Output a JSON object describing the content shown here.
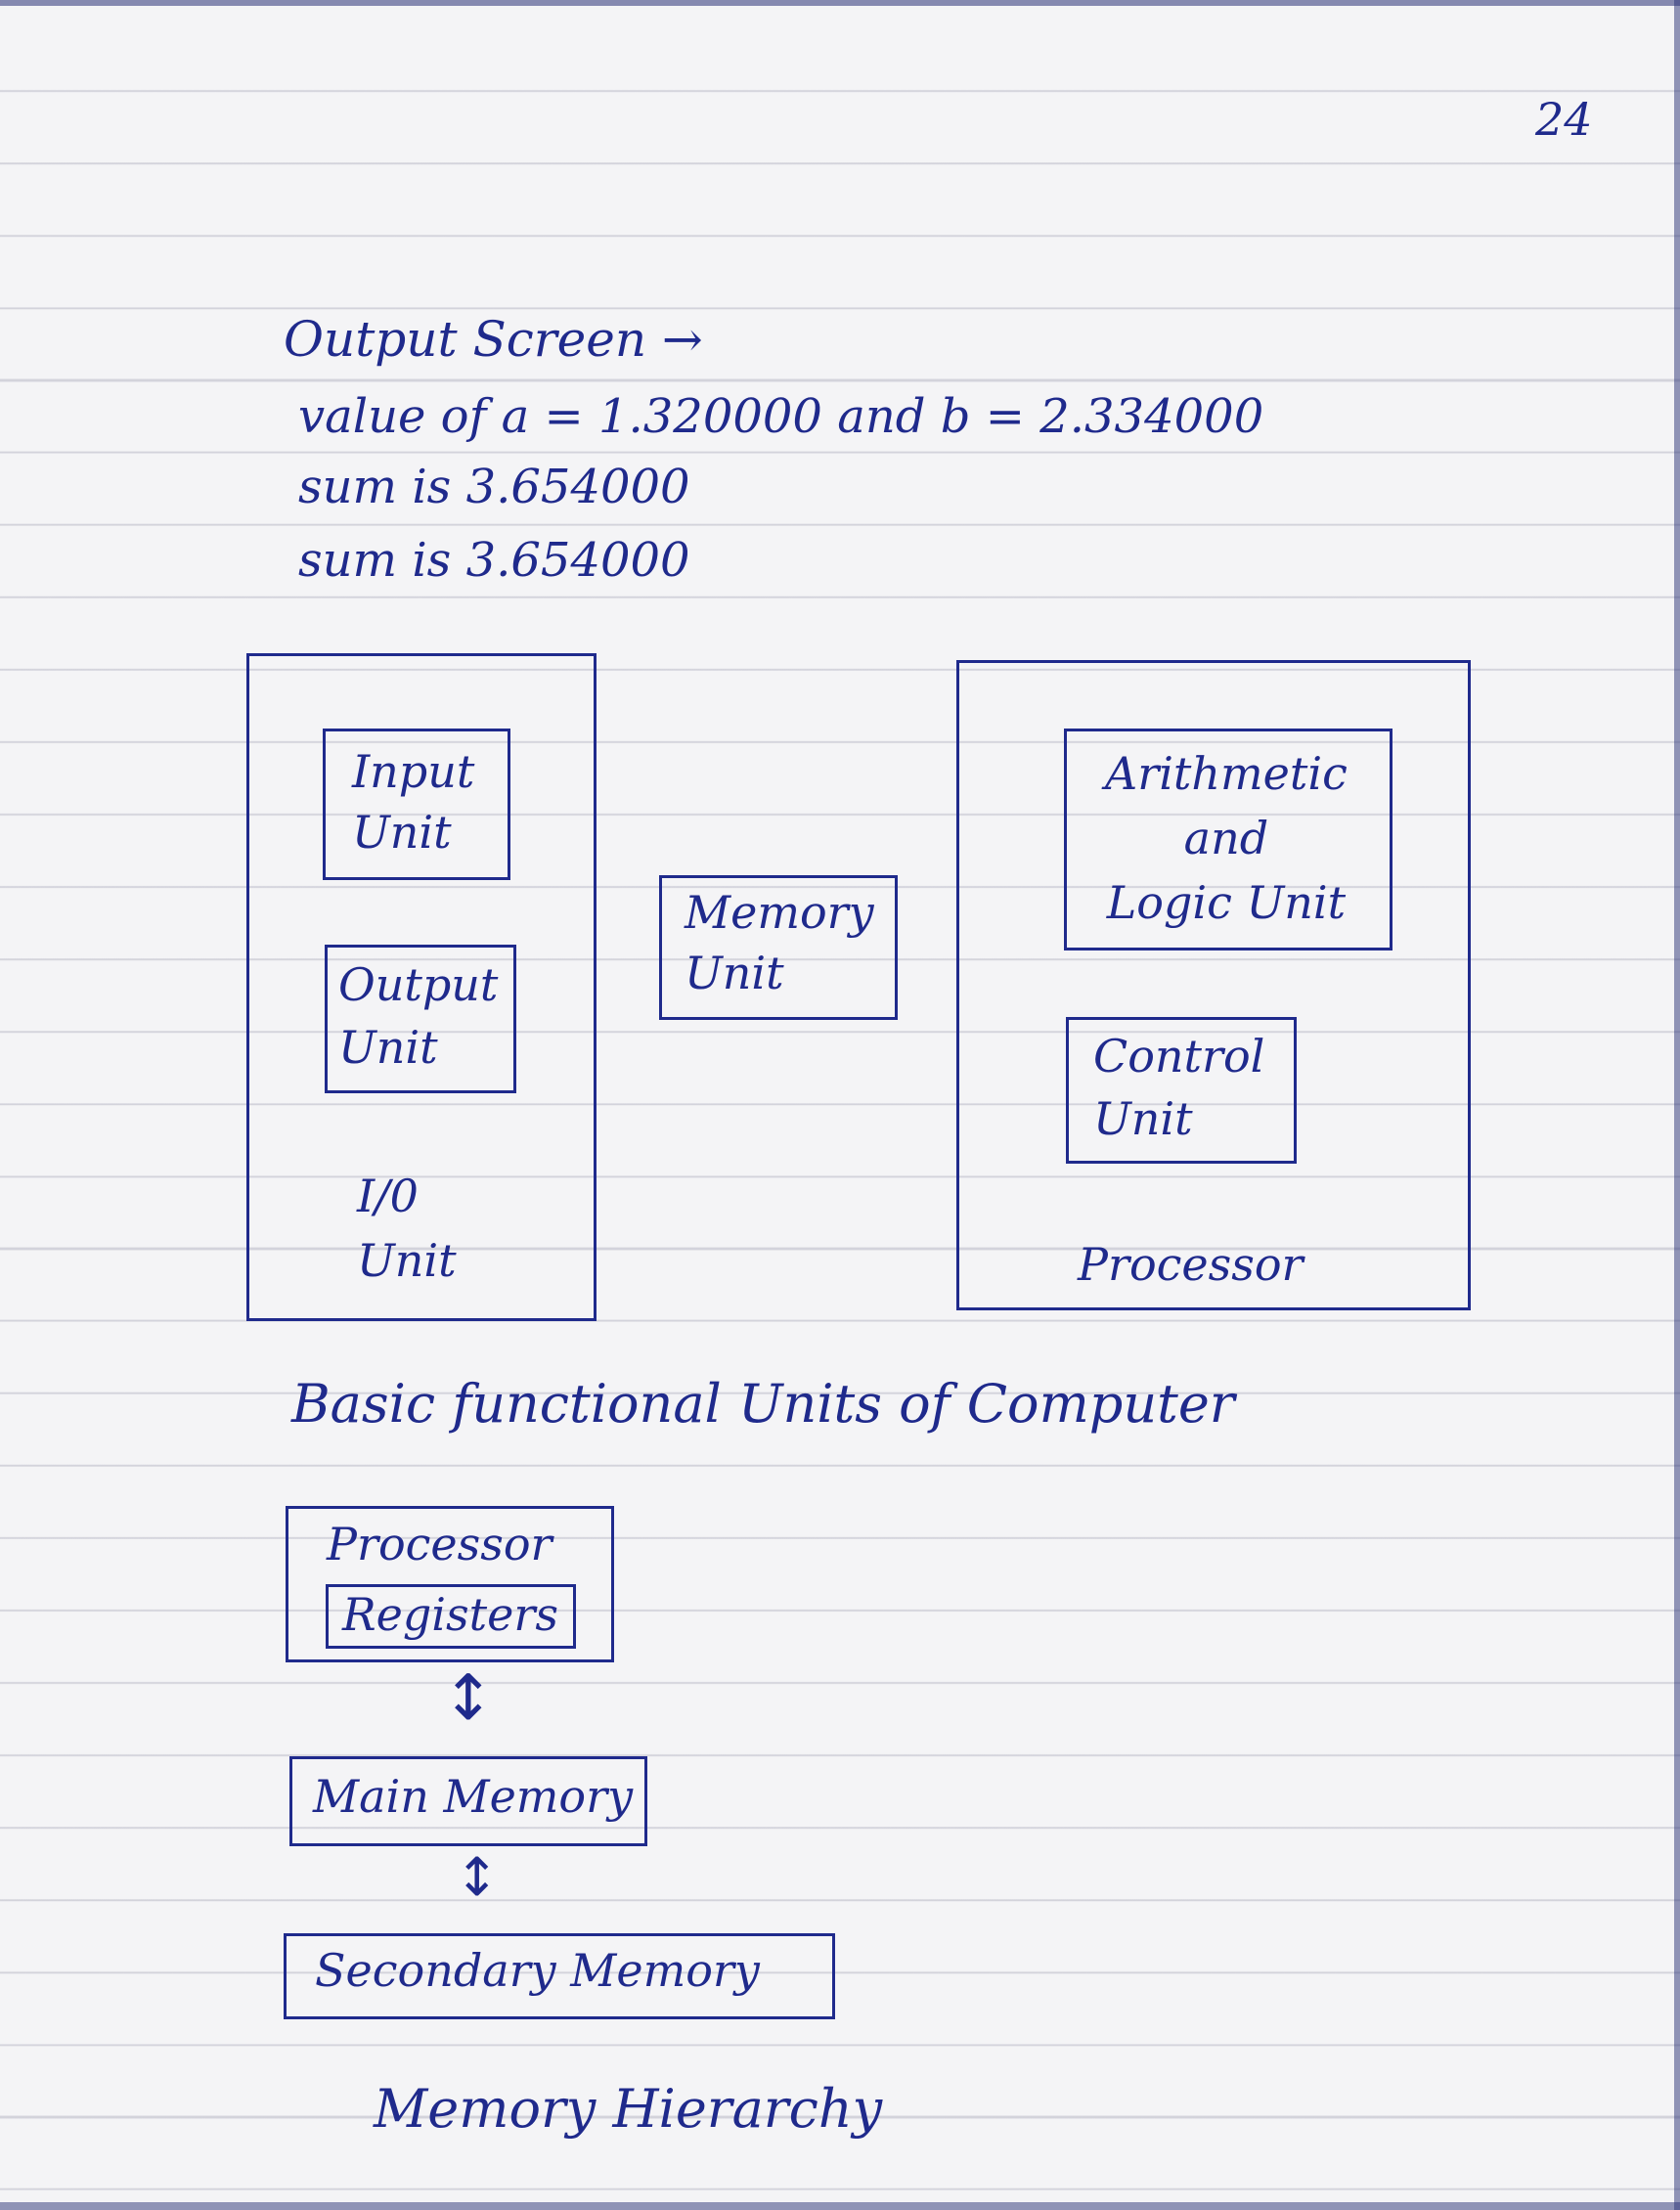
{
  "page_number": "24",
  "output": {
    "title": "Output Screen →",
    "lines": [
      "value of a = 1.320000 and b = 2.334000",
      "sum is 3.654000",
      "sum is 3.654000"
    ]
  },
  "functional_units": {
    "io_group": {
      "input_unit": "Input\nUnit",
      "output_unit": "Output\nUnit",
      "label": "I/0\nUnit"
    },
    "memory_unit": "Memory\nUnit",
    "processor_group": {
      "alu": "Arithmetic\nand\nLogic Unit",
      "control_unit": "Control\nUnit",
      "label": "Processor"
    },
    "caption": "Basic functional Units of Computer"
  },
  "hierarchy": {
    "processor_label": "Processor",
    "registers_label": "Registers",
    "main_memory": "Main Memory",
    "secondary_memory": "Secondary Memory",
    "arrow_glyph": "↕",
    "caption": "Memory Hierarchy"
  }
}
